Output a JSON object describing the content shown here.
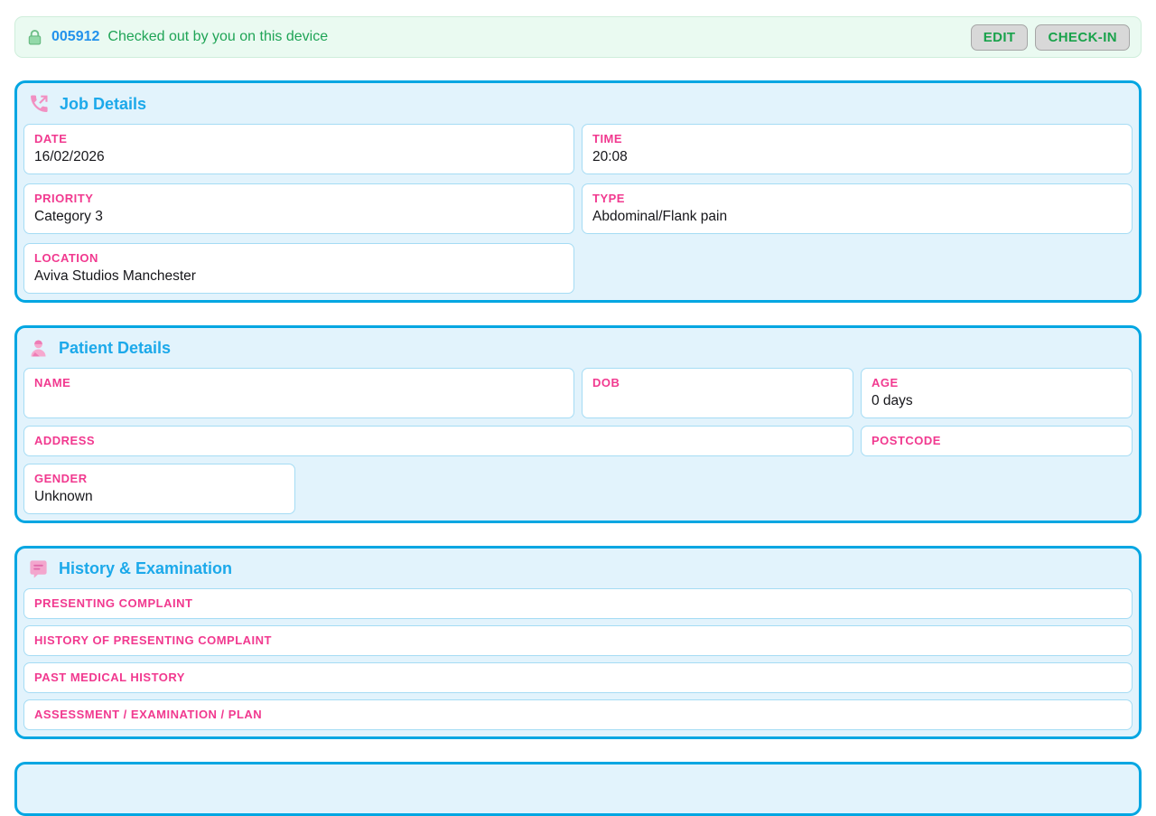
{
  "banner": {
    "job_number": "005912",
    "status_text": "Checked out by you on this device",
    "edit_label": "EDIT",
    "check_in_label": "CHECK-IN"
  },
  "job_details": {
    "title": "Job Details",
    "icon": "outgoing-call-icon",
    "date": {
      "label": "DATE",
      "value": "16/02/2026"
    },
    "time": {
      "label": "TIME",
      "value": "20:08"
    },
    "priority": {
      "label": "PRIORITY",
      "value": "Category 3"
    },
    "type": {
      "label": "TYPE",
      "value": "Abdominal/Flank pain"
    },
    "location": {
      "label": "LOCATION",
      "value": "Aviva Studios Manchester"
    }
  },
  "patient_details": {
    "title": "Patient Details",
    "icon": "patient-icon",
    "name": {
      "label": "NAME",
      "value": ""
    },
    "dob": {
      "label": "DOB",
      "value": ""
    },
    "age": {
      "label": "AGE",
      "value": "0 days"
    },
    "address": {
      "label": "ADDRESS",
      "value": ""
    },
    "postcode": {
      "label": "POSTCODE",
      "value": ""
    },
    "gender": {
      "label": "GENDER",
      "value": "Unknown"
    }
  },
  "history_examination": {
    "title": "History & Examination",
    "icon": "comment-icon",
    "presenting_complaint": {
      "label": "PRESENTING COMPLAINT",
      "value": ""
    },
    "history_of_presenting_complaint": {
      "label": "HISTORY OF PRESENTING COMPLAINT",
      "value": ""
    },
    "past_medical_history": {
      "label": "PAST MEDICAL HISTORY",
      "value": ""
    },
    "assessment_examination_plan": {
      "label": "ASSESSMENT / EXAMINATION / PLAN",
      "value": ""
    }
  },
  "colors": {
    "section_border": "#00a6e2",
    "section_background": "#e2f3fc",
    "section_title": "#1ca9ea",
    "field_border": "#a5dcf4",
    "field_label_pink": "#f1398f",
    "banner_background": "#eafaf1",
    "banner_green_text": "#1fa456",
    "job_number_blue": "#2292ec",
    "button_green_text": "#19a24b",
    "icon_pink": "#f190c2"
  }
}
